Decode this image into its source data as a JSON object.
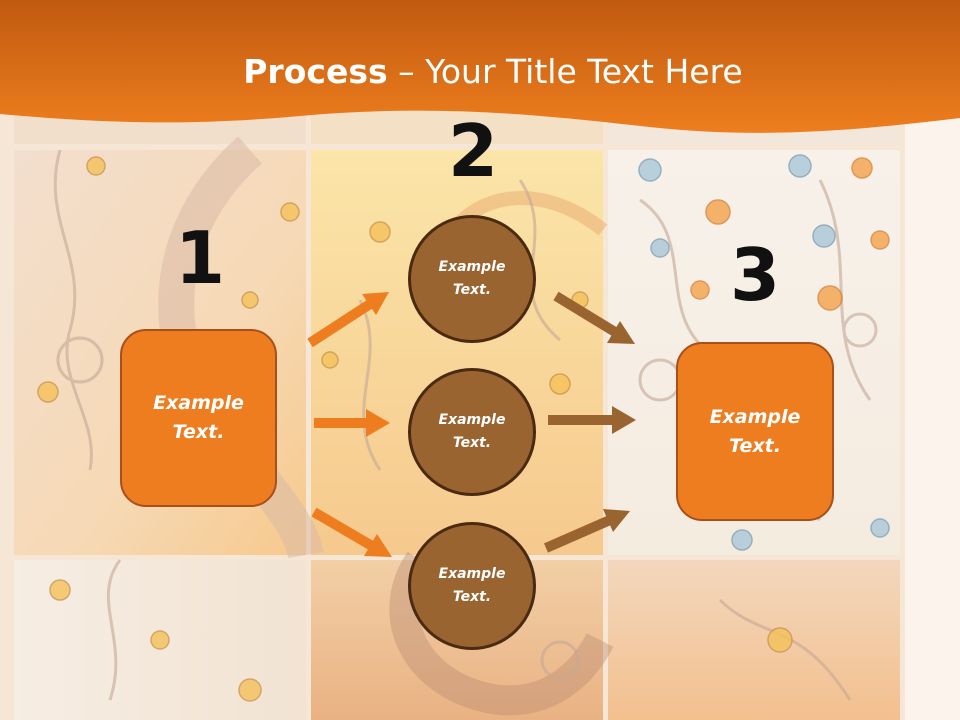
{
  "slide": {
    "title_bold": "Process",
    "title_rest": " – Your Title Text Here",
    "numbers": [
      "1",
      "2",
      "3"
    ],
    "left_box": "Example\nText.",
    "right_box": "Example\nText.",
    "circles": [
      "Example\nText.",
      "Example\nText.",
      "Example\nText."
    ]
  },
  "colors": {
    "header": "#e8771c",
    "box_fill": "#ee7d1f",
    "circle_fill": "#9a6431",
    "arrow_orange": "#ee7d1f",
    "arrow_brown": "#9a6431"
  }
}
